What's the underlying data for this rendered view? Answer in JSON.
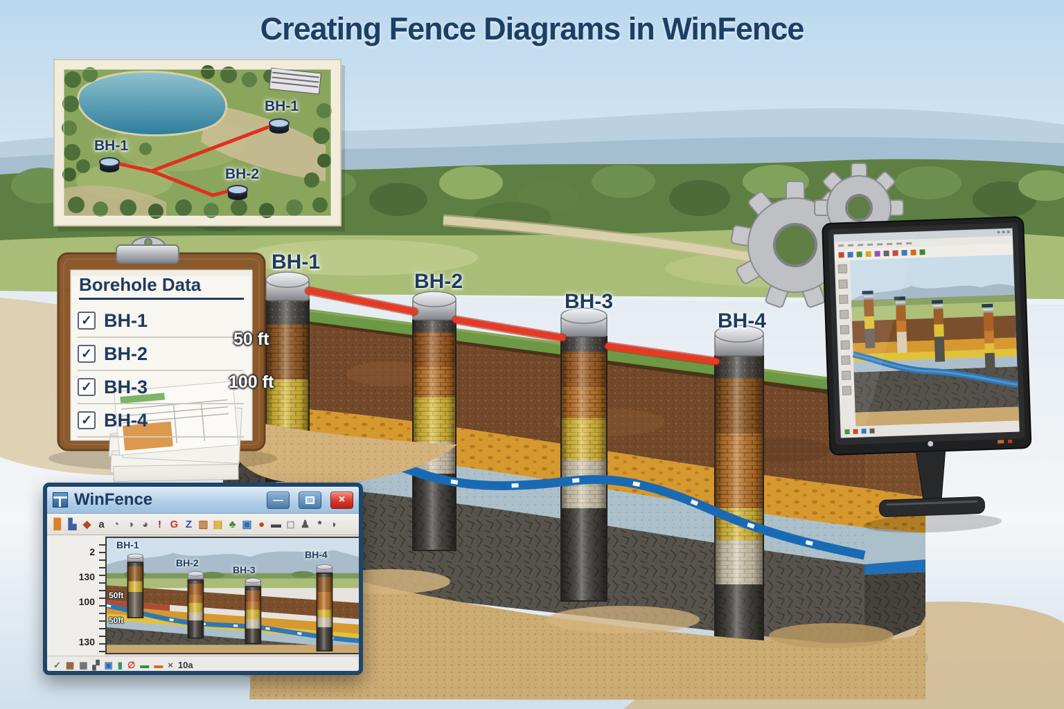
{
  "title": "Creating Fence Diagrams in WinFence",
  "map_inset": {
    "markers": [
      {
        "label": "BH-1"
      },
      {
        "label": "BH-1"
      },
      {
        "label": "BH-2"
      }
    ]
  },
  "clipboard": {
    "title": "Borehole Data",
    "items": [
      {
        "label": "BH-1",
        "check": "✓"
      },
      {
        "label": "BH-2",
        "check": "✓"
      },
      {
        "label": "BH-3",
        "check": "✓"
      },
      {
        "label": "BH-4",
        "check": "✓"
      }
    ]
  },
  "fence_diagram": {
    "borehole_labels": [
      "BH-1",
      "BH-2",
      "BH-3",
      "BH-4"
    ],
    "depth_labels": [
      "50 ft",
      "100 ft"
    ]
  },
  "winfence_window": {
    "title": "WinFence",
    "buttons": {
      "minimize": "—",
      "close": "×"
    },
    "toolbar_icons": [
      {
        "name": "orange-swatch-icon",
        "glyph": "▉",
        "color": "#d9822b"
      },
      {
        "name": "chart-icon",
        "glyph": "▙",
        "color": "#3f5fa0"
      },
      {
        "name": "brush-icon",
        "glyph": "◆",
        "color": "#b5482a"
      },
      {
        "name": "text-icon",
        "glyph": "a",
        "color": "#333333"
      },
      {
        "name": "clock-icon",
        "glyph": "◔",
        "color": "#5a5a5e"
      },
      {
        "name": "clock-icon",
        "glyph": "◑",
        "color": "#5a5a5e"
      },
      {
        "name": "clock-icon",
        "glyph": "◕",
        "color": "#5a5a5e"
      },
      {
        "name": "exclamation-icon",
        "glyph": "!",
        "color": "#7a3a3a"
      },
      {
        "name": "letter-g-icon",
        "glyph": "G",
        "color": "#c0392b"
      },
      {
        "name": "letter-z-icon",
        "glyph": "Z",
        "color": "#2e4f9e"
      },
      {
        "name": "grid-icon",
        "glyph": "▥",
        "color": "#b5651d"
      },
      {
        "name": "folder-icon",
        "glyph": "▤",
        "color": "#d4a017"
      },
      {
        "name": "leaf-icon",
        "glyph": "♣",
        "color": "#3a8a2e"
      },
      {
        "name": "fill-icon",
        "glyph": "▣",
        "color": "#2e6db4"
      },
      {
        "name": "red-dot-icon",
        "glyph": "●",
        "color": "#d43a1a"
      },
      {
        "name": "dark-bar-icon",
        "glyph": "▬",
        "color": "#44464a"
      },
      {
        "name": "shape-icon",
        "glyph": "◻",
        "color": "#9a9a9e"
      },
      {
        "name": "stamp-icon",
        "glyph": "♟",
        "color": "#55565a"
      },
      {
        "name": "asterisk-icon",
        "glyph": "*",
        "color": "#3a3a3e"
      },
      {
        "name": "comma-icon",
        "glyph": "◗",
        "color": "#55565a"
      }
    ],
    "axis_labels": [
      "2",
      "130",
      "100",
      "130"
    ],
    "borehole_labels": [
      "BH-1",
      "BH-2",
      "BH-3",
      "BH-4"
    ],
    "inline_depth_labels": [
      "50ft",
      "50ft"
    ],
    "status_icons": [
      {
        "name": "check-icon",
        "glyph": "✓",
        "color": "#3a8a2e"
      },
      {
        "name": "table-icon",
        "glyph": "▦",
        "color": "#8a5c2e"
      },
      {
        "name": "table-icon",
        "glyph": "▦",
        "color": "#66686c"
      },
      {
        "name": "grid-icon",
        "glyph": "▞",
        "color": "#55575b"
      },
      {
        "name": "image-icon",
        "glyph": "▣",
        "color": "#2e6db4"
      },
      {
        "name": "bars-icon",
        "glyph": "▮",
        "color": "#2a9d5c"
      },
      {
        "name": "stop-icon",
        "glyph": "∅",
        "color": "#c0392b"
      },
      {
        "name": "green-bar-icon",
        "glyph": "▬",
        "color": "#3a8a2e"
      },
      {
        "name": "orange-bar-icon",
        "glyph": "▬",
        "color": "#d4691a"
      },
      {
        "name": "close-icon",
        "glyph": "×",
        "color": "#55575b"
      },
      {
        "name": "status-text",
        "glyph": "10a",
        "color": "#333333"
      }
    ]
  },
  "colors": {
    "accent_red": "#e53a24",
    "navy": "#1d3b61",
    "water_blue": "#1e6fb5",
    "grass_green": "#6d9845",
    "sand_orange": "#d6992f",
    "titlebar_blue": "#b3cfe8",
    "close_red": "#d8372a"
  }
}
